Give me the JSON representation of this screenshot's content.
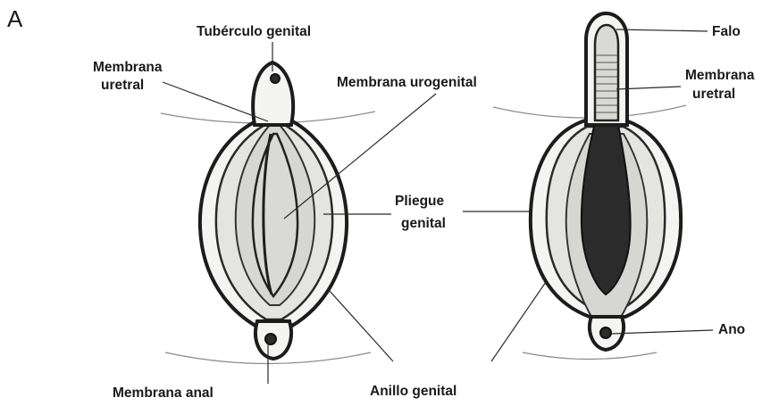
{
  "panel_letter": "A",
  "labels": {
    "tuberculo_genital": "Tubérculo genital",
    "membrana_uretral_left_1": "Membrana",
    "membrana_uretral_left_2": "uretral",
    "membrana_urogenital": "Membrana urogenital",
    "pliegue_genital_1": "Pliegue",
    "pliegue_genital_2": "genital",
    "membrana_anal": "Membrana anal",
    "anillo_genital": "Anillo genital",
    "falo": "Falo",
    "membrana_uretral_right_1": "Membrana",
    "membrana_uretral_right_2": "uretral",
    "ano": "Ano"
  }
}
